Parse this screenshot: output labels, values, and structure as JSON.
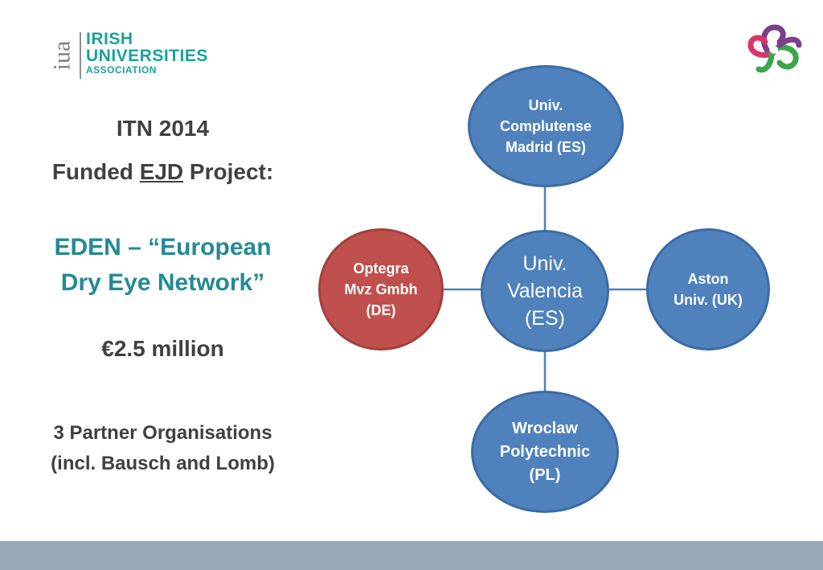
{
  "logo": {
    "mark": "iua",
    "line1": "IRISH",
    "line2": "UNIVERSITIES",
    "line3": "ASSOCIATION",
    "color": "#1aa19a"
  },
  "brand_icon": {
    "name": "celtic-knot-icon",
    "colors": [
      "#7b3f8c",
      "#d9356b",
      "#3aa64a"
    ]
  },
  "slide": {
    "title_line1": "ITN 2014",
    "title_line2_pre": "Funded ",
    "title_line2_ejd": "EJD",
    "title_line2_post": " Project:",
    "project_line1": "EDEN – “European",
    "project_line2": "Dry Eye Network”",
    "funding": "€2.5 million",
    "partners_line1": "3 Partner Organisations",
    "partners_line2": "(incl. Bausch and Lomb)",
    "accent_color": "#238a94"
  },
  "diagram": {
    "center": "Univ.\nValencia\n(ES)",
    "top": "Univ.\nComplutense\nMadrid (ES)",
    "left": "Optegra\nMvz Gmbh\n(DE)",
    "right": "Aston\nUniv. (UK)",
    "bottom": "Wroclaw\nPolytechnic\n(PL)",
    "colors": {
      "blue": "#4f81bd",
      "red": "#c0504d",
      "connector": "#4f81bd"
    }
  }
}
